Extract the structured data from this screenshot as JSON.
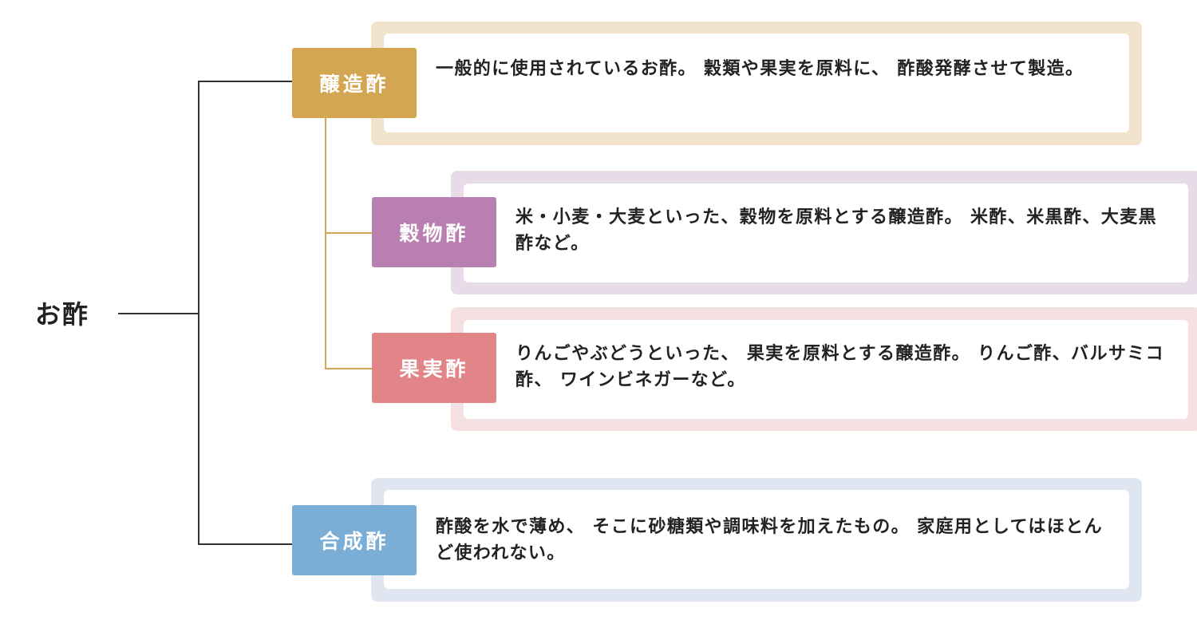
{
  "root": {
    "label": "お酢"
  },
  "nodes": [
    {
      "id": "jozo",
      "label": "醸造酢",
      "text": "一般的に使用されているお酢。 穀類や果実を原料に、 酢酸発酵させて製造。",
      "colors": {
        "tag": "#d4a552",
        "frame": "#f1e3cc"
      }
    },
    {
      "id": "kokumotsu",
      "label": "穀物酢",
      "text": "米・小麦・大麦といった、穀物を原料とする醸造酢。 米酢、米黒酢、大麦黒酢など。",
      "colors": {
        "tag": "#b97fb1",
        "frame": "#e8dbe8"
      }
    },
    {
      "id": "kajitsu",
      "label": "果実酢",
      "text": "りんごやぶどうといった、 果実を原料とする醸造酢。 りんご酢、バルサミコ酢、 ワインビネガーなど。",
      "colors": {
        "tag": "#e18588",
        "frame": "#f5e1e2"
      }
    },
    {
      "id": "gosei",
      "label": "合成酢",
      "text": "酢酸を水で薄め、 そこに砂糖類や調味料を加えたもの。 家庭用としてはほとんど使われない。",
      "colors": {
        "tag": "#7aaed6",
        "frame": "#dfe6f1"
      }
    }
  ],
  "connector_colors": {
    "main": "#333333",
    "sub": "#d4a552"
  }
}
